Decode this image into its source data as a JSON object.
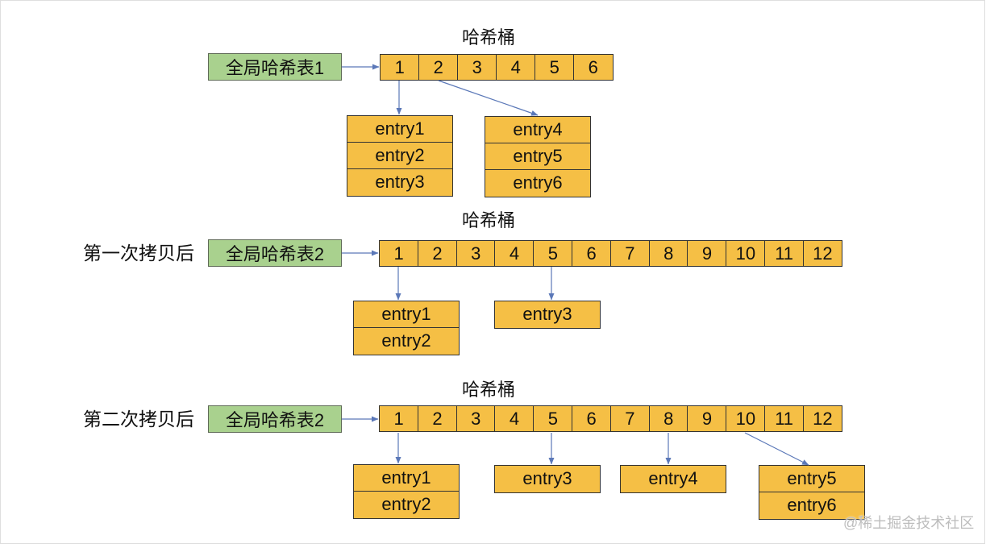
{
  "sections": [
    {
      "bucket_title": "哈希桶",
      "table_name": "全局哈希表1",
      "buckets": [
        "1",
        "2",
        "3",
        "4",
        "5",
        "6"
      ],
      "entry_groups": [
        [
          "entry1",
          "entry2",
          "entry3"
        ],
        [
          "entry4",
          "entry5",
          "entry6"
        ]
      ]
    },
    {
      "caption": "第一次拷贝后",
      "bucket_title": "哈希桶",
      "table_name": "全局哈希表2",
      "buckets": [
        "1",
        "2",
        "3",
        "4",
        "5",
        "6",
        "7",
        "8",
        "9",
        "10",
        "11",
        "12"
      ],
      "entry_groups": [
        [
          "entry1",
          "entry2"
        ],
        [
          "entry3"
        ]
      ]
    },
    {
      "caption": "第二次拷贝后",
      "bucket_title": "哈希桶",
      "table_name": "全局哈希表2",
      "buckets": [
        "1",
        "2",
        "3",
        "4",
        "5",
        "6",
        "7",
        "8",
        "9",
        "10",
        "11",
        "12"
      ],
      "entry_groups": [
        [
          "entry1",
          "entry2"
        ],
        [
          "entry3"
        ],
        [
          "entry4"
        ],
        [
          "entry5",
          "entry6"
        ]
      ]
    }
  ],
  "watermark": "@稀土掘金技术社区",
  "colors": {
    "bucket_fill": "#F5BF45",
    "table_fill": "#A9D18E",
    "arrow": "#5B78B8",
    "border": "#333333"
  }
}
